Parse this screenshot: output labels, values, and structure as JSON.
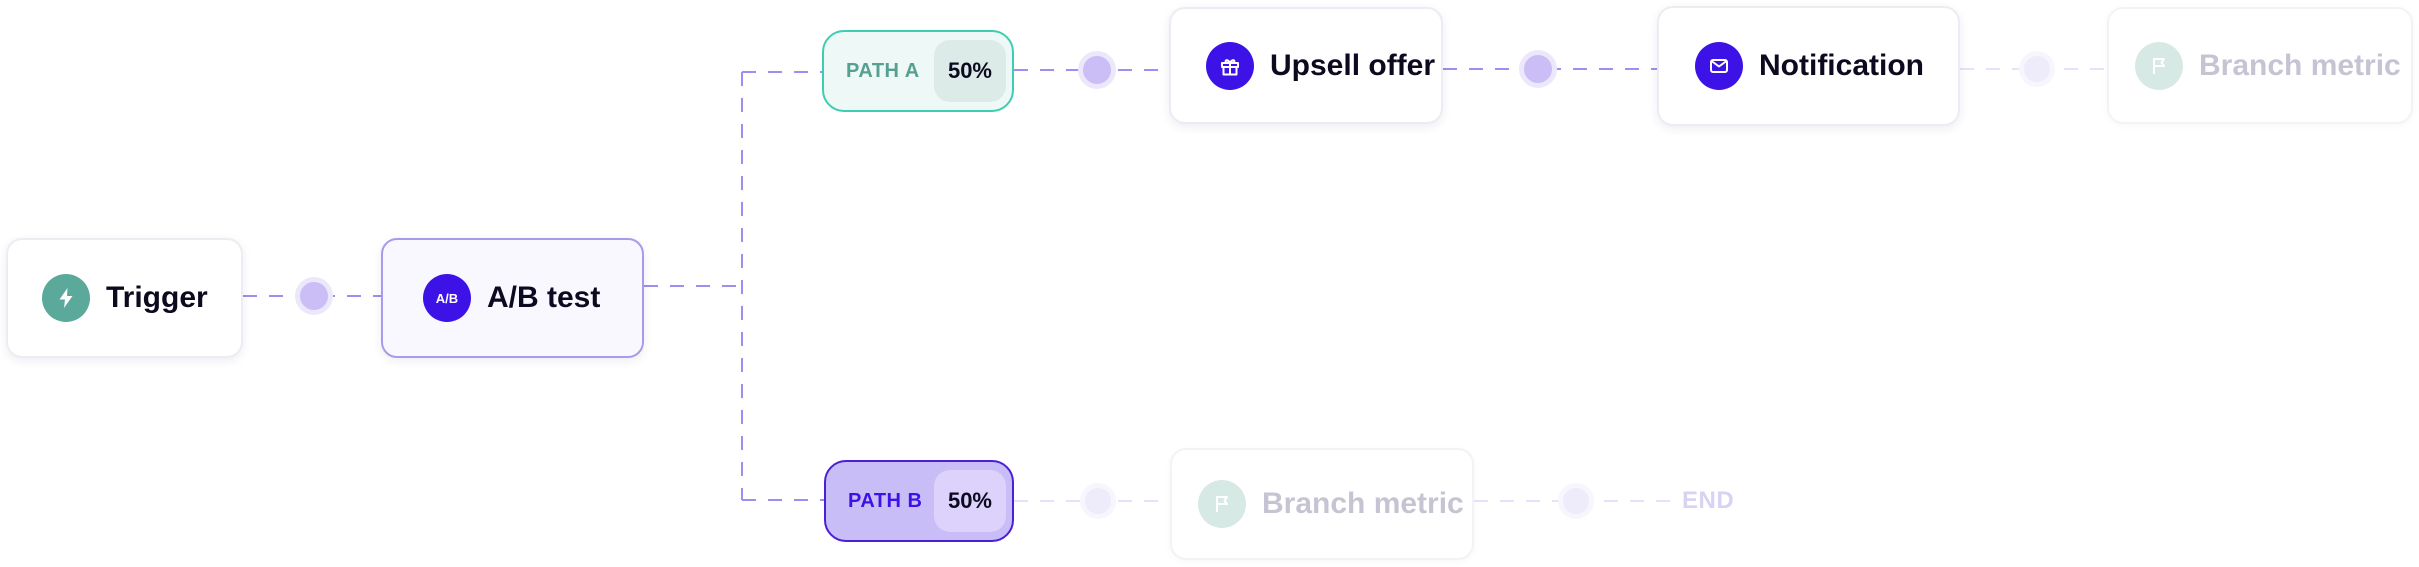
{
  "nodes": {
    "trigger": {
      "label": "Trigger",
      "icon": "lightning-icon"
    },
    "ab_test": {
      "label": "A/B test",
      "icon": "ab-split-icon",
      "icon_text": "A/B"
    },
    "upsell": {
      "label": "Upsell offer",
      "icon": "gift-icon"
    },
    "notification": {
      "label": "Notification",
      "icon": "envelope-icon"
    },
    "metric_a": {
      "label": "Branch metric",
      "icon": "flag-icon"
    },
    "metric_b": {
      "label": "Branch metric",
      "icon": "flag-icon"
    }
  },
  "paths": {
    "a": {
      "name": "PATH A",
      "percent": "50%"
    },
    "b": {
      "name": "PATH B",
      "percent": "50%"
    }
  },
  "end_label": "END",
  "colors": {
    "accent_purple": "#3d12e6",
    "teal": "#5aa99a",
    "connector": "#9d8ef0",
    "path_a_border": "#3ecdb0",
    "path_b_fill": "#c9bdf7"
  }
}
